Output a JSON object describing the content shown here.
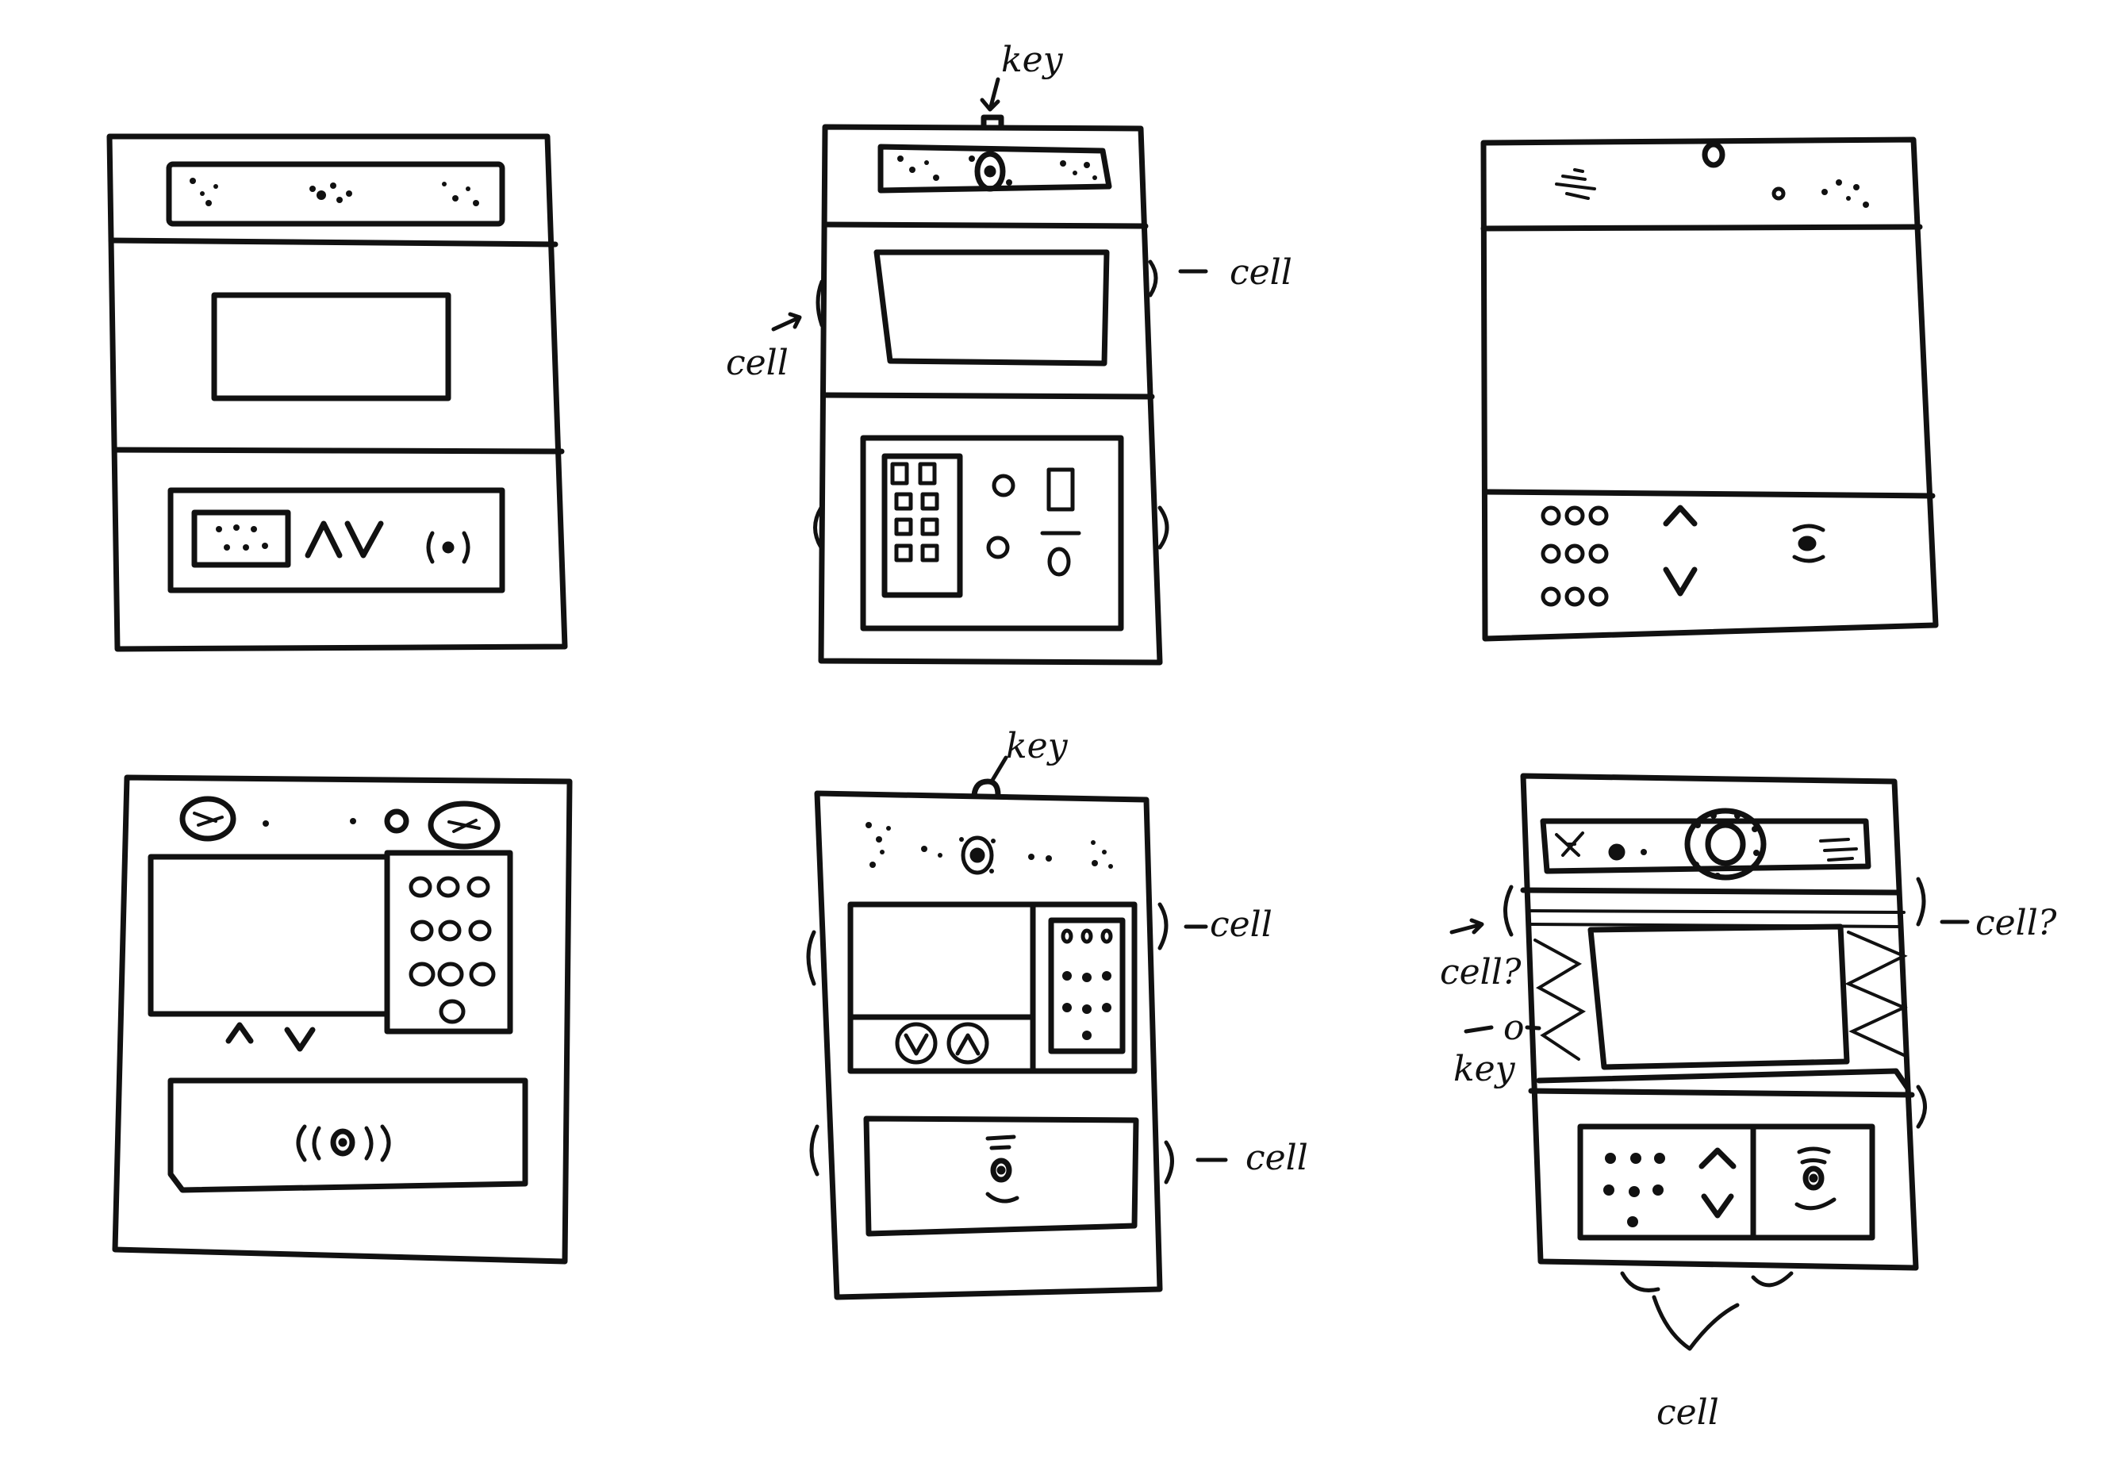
{
  "annotations": {
    "s2_top": "key",
    "s2_right": "cell",
    "s2_left": "cell",
    "s5_top": "key",
    "s5_right_top": "cell",
    "s5_right_bottom": "cell",
    "s6_left_top": "cell?",
    "s6_left_mid_prefix": "o",
    "s6_left_mid": "key",
    "s6_right_top": "cell?",
    "s6_bottom": "cell"
  },
  "icons": {
    "speaker": "speaker-grille-icon",
    "camera": "camera-lens-icon",
    "arrows": "up-down-arrows-icon",
    "nfc": "contactless-icon",
    "keypad": "keypad-icon"
  },
  "colors": {
    "ink": "#111111",
    "paper": "#ffffff"
  }
}
